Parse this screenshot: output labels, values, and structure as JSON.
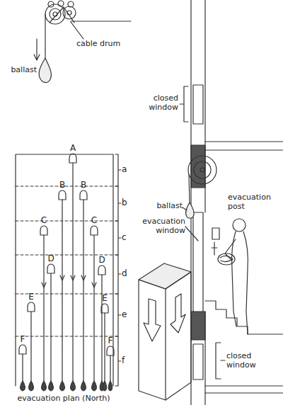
{
  "diagram": {
    "labels": [
      "ballast",
      "cable drum",
      "closed window",
      "ballast",
      "evacuation window",
      "evacuation post",
      "A",
      "B",
      "B",
      "C",
      "C",
      "D",
      "D",
      "E",
      "E",
      "F",
      "F",
      "a",
      "b",
      "c",
      "d",
      "e",
      "f",
      "closed window",
      "evacuation plan (North)"
    ]
  }
}
